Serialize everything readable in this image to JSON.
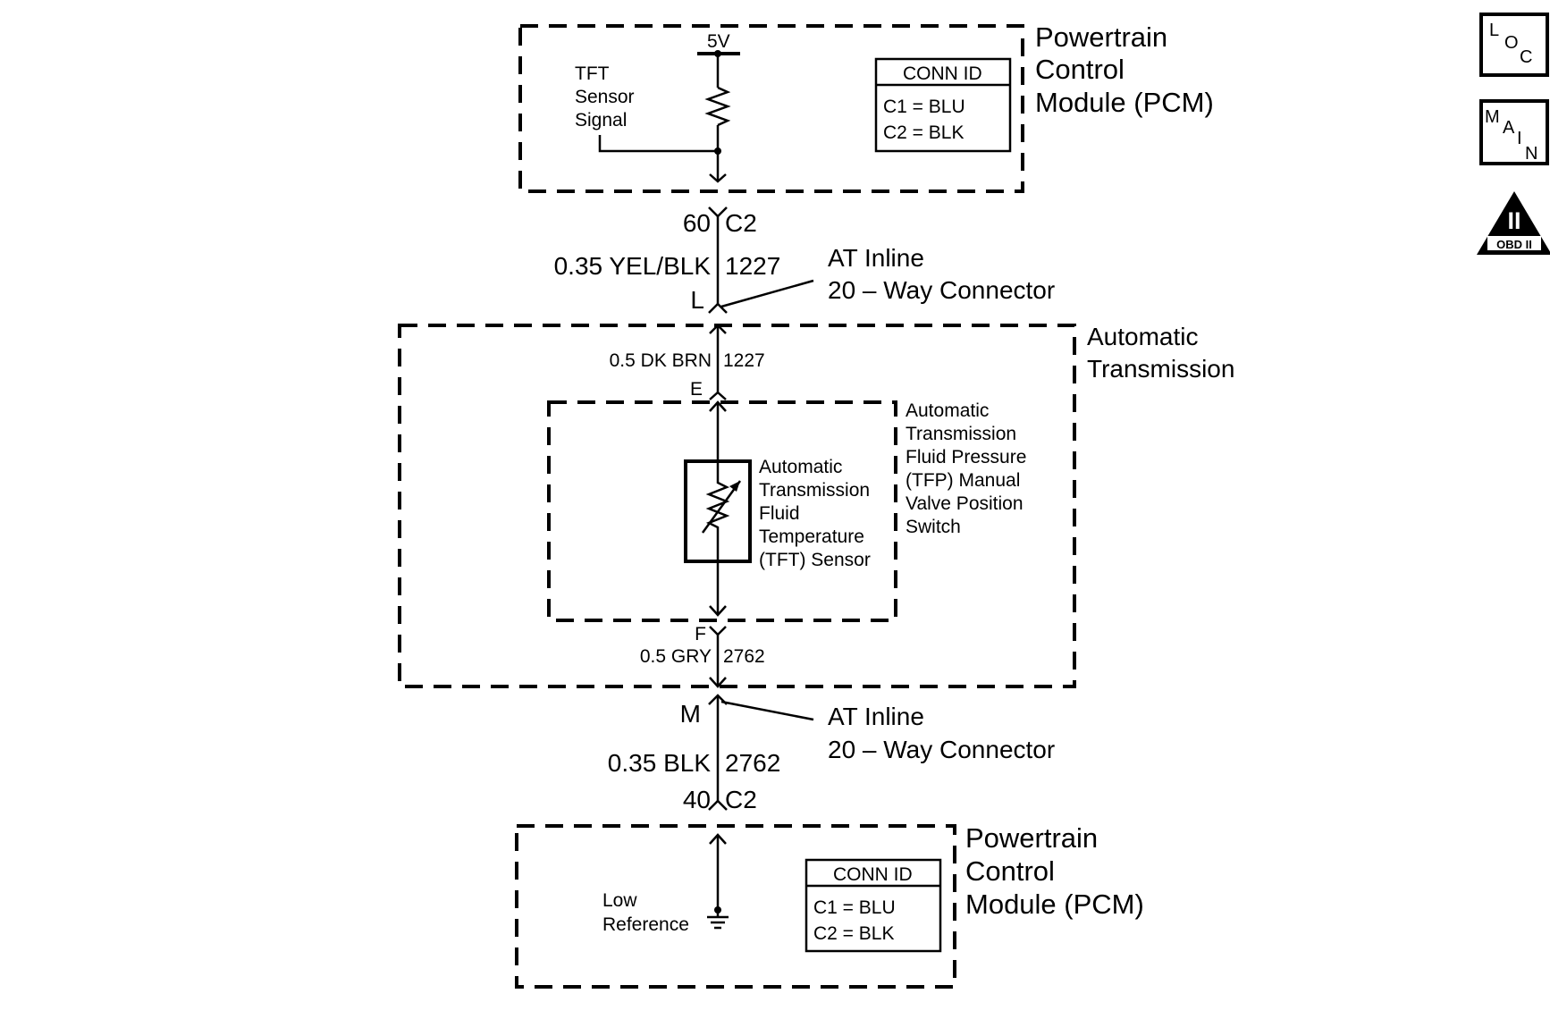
{
  "pcm_top": {
    "title_lines": [
      "Powertrain",
      "Control",
      "Module (PCM)"
    ],
    "voltage": "5V",
    "signal_lines": [
      "TFT",
      "Sensor",
      "Signal"
    ],
    "conn_id": {
      "header": "CONN ID",
      "c1": "C1 = BLU",
      "c2": "C2 = BLK"
    }
  },
  "wire_top": {
    "pin": "60",
    "connector": "C2",
    "gauge_color": "0.35 YEL/BLK",
    "circuit": "1227",
    "inline_pin": "L",
    "inline_label_lines": [
      "AT Inline",
      "20 – Way Connector"
    ]
  },
  "transmission": {
    "title_lines": [
      "Automatic",
      "Transmission"
    ],
    "upper_wire": {
      "gauge_color": "0.5 DK BRN",
      "circuit": "1227",
      "pin": "E"
    },
    "lower_wire": {
      "gauge_color": "0.5 GRY",
      "circuit": "2762",
      "pin": "F"
    },
    "sensor_lines": [
      "Automatic",
      "Transmission",
      "Fluid",
      "Temperature",
      "(TFT) Sensor"
    ],
    "switch_lines": [
      "Automatic",
      "Transmission",
      "Fluid Pressure",
      "(TFP) Manual",
      "Valve Position",
      "Switch"
    ]
  },
  "wire_bottom": {
    "inline_pin": "M",
    "inline_label_lines": [
      "AT Inline",
      "20 – Way Connector"
    ],
    "gauge_color": "0.35 BLK",
    "circuit": "2762",
    "pin": "40",
    "connector": "C2"
  },
  "pcm_bottom": {
    "title_lines": [
      "Powertrain",
      "Control",
      "Module (PCM)"
    ],
    "ref_lines": [
      "Low",
      "Reference"
    ],
    "conn_id": {
      "header": "CONN ID",
      "c1": "C1 = BLU",
      "c2": "C2 = BLK"
    }
  },
  "icons": {
    "loc": [
      "L",
      "O",
      "C"
    ],
    "main": [
      "M",
      "A",
      "I",
      "N"
    ],
    "obd": {
      "numeral": "II",
      "label": "OBD II"
    }
  }
}
